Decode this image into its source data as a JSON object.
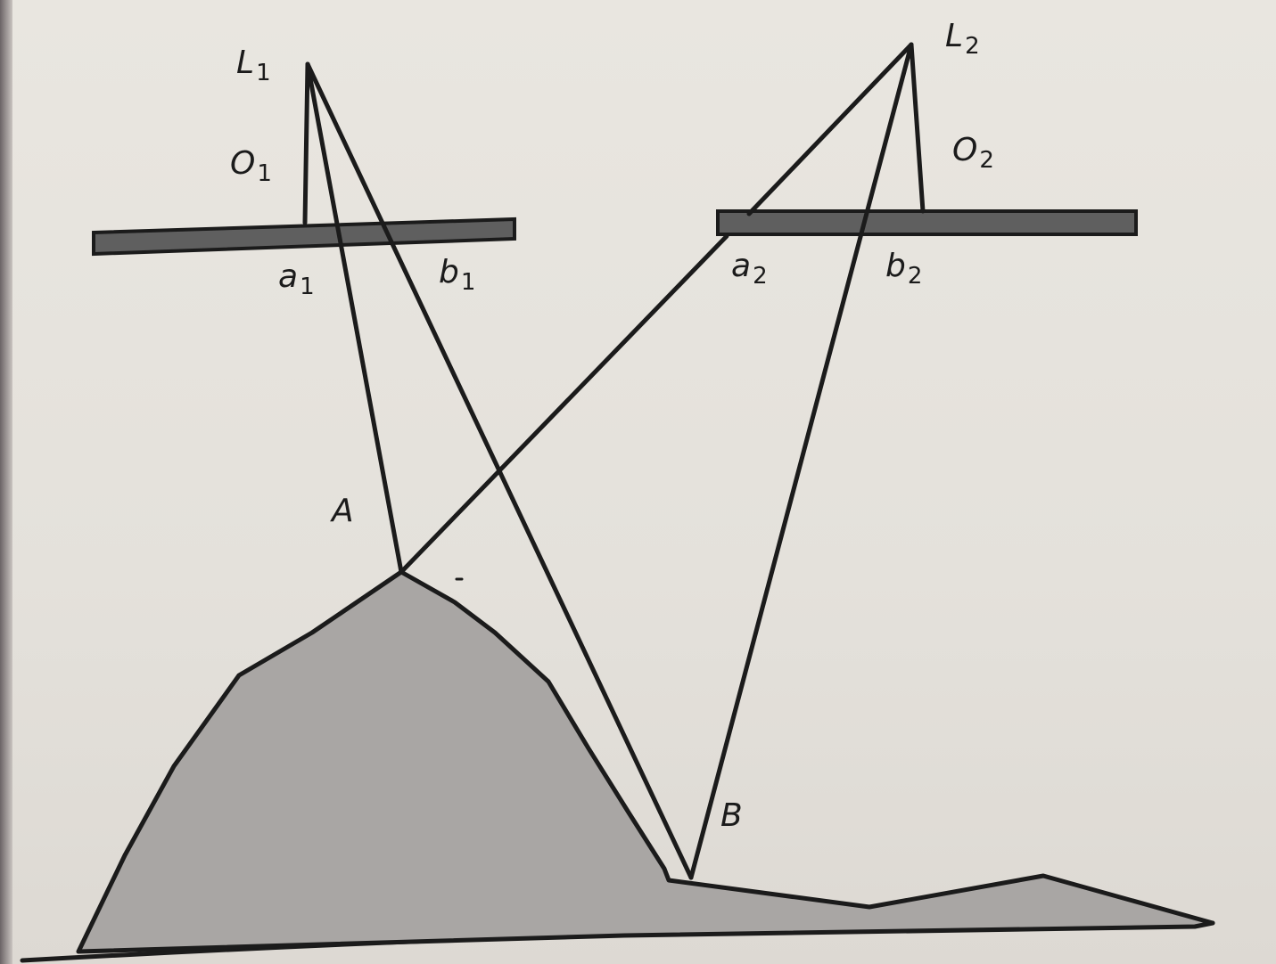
{
  "labels": {
    "L1": {
      "base": "L",
      "sub": "1"
    },
    "L2": {
      "base": "L",
      "sub": "2"
    },
    "O1": {
      "base": "O",
      "sub": "1"
    },
    "O2": {
      "base": "O",
      "sub": "2"
    },
    "a1": {
      "base": "a",
      "sub": "1"
    },
    "b1": {
      "base": "b",
      "sub": "1"
    },
    "a2": {
      "base": "a",
      "sub": "2"
    },
    "b2": {
      "base": "b",
      "sub": "2"
    },
    "A": "A",
    "B": "B"
  },
  "colors": {
    "line": "#1b1b1b",
    "film": "#5f5f5f",
    "terrain": "#a9a6a4",
    "paper": "#e6e3dd"
  }
}
